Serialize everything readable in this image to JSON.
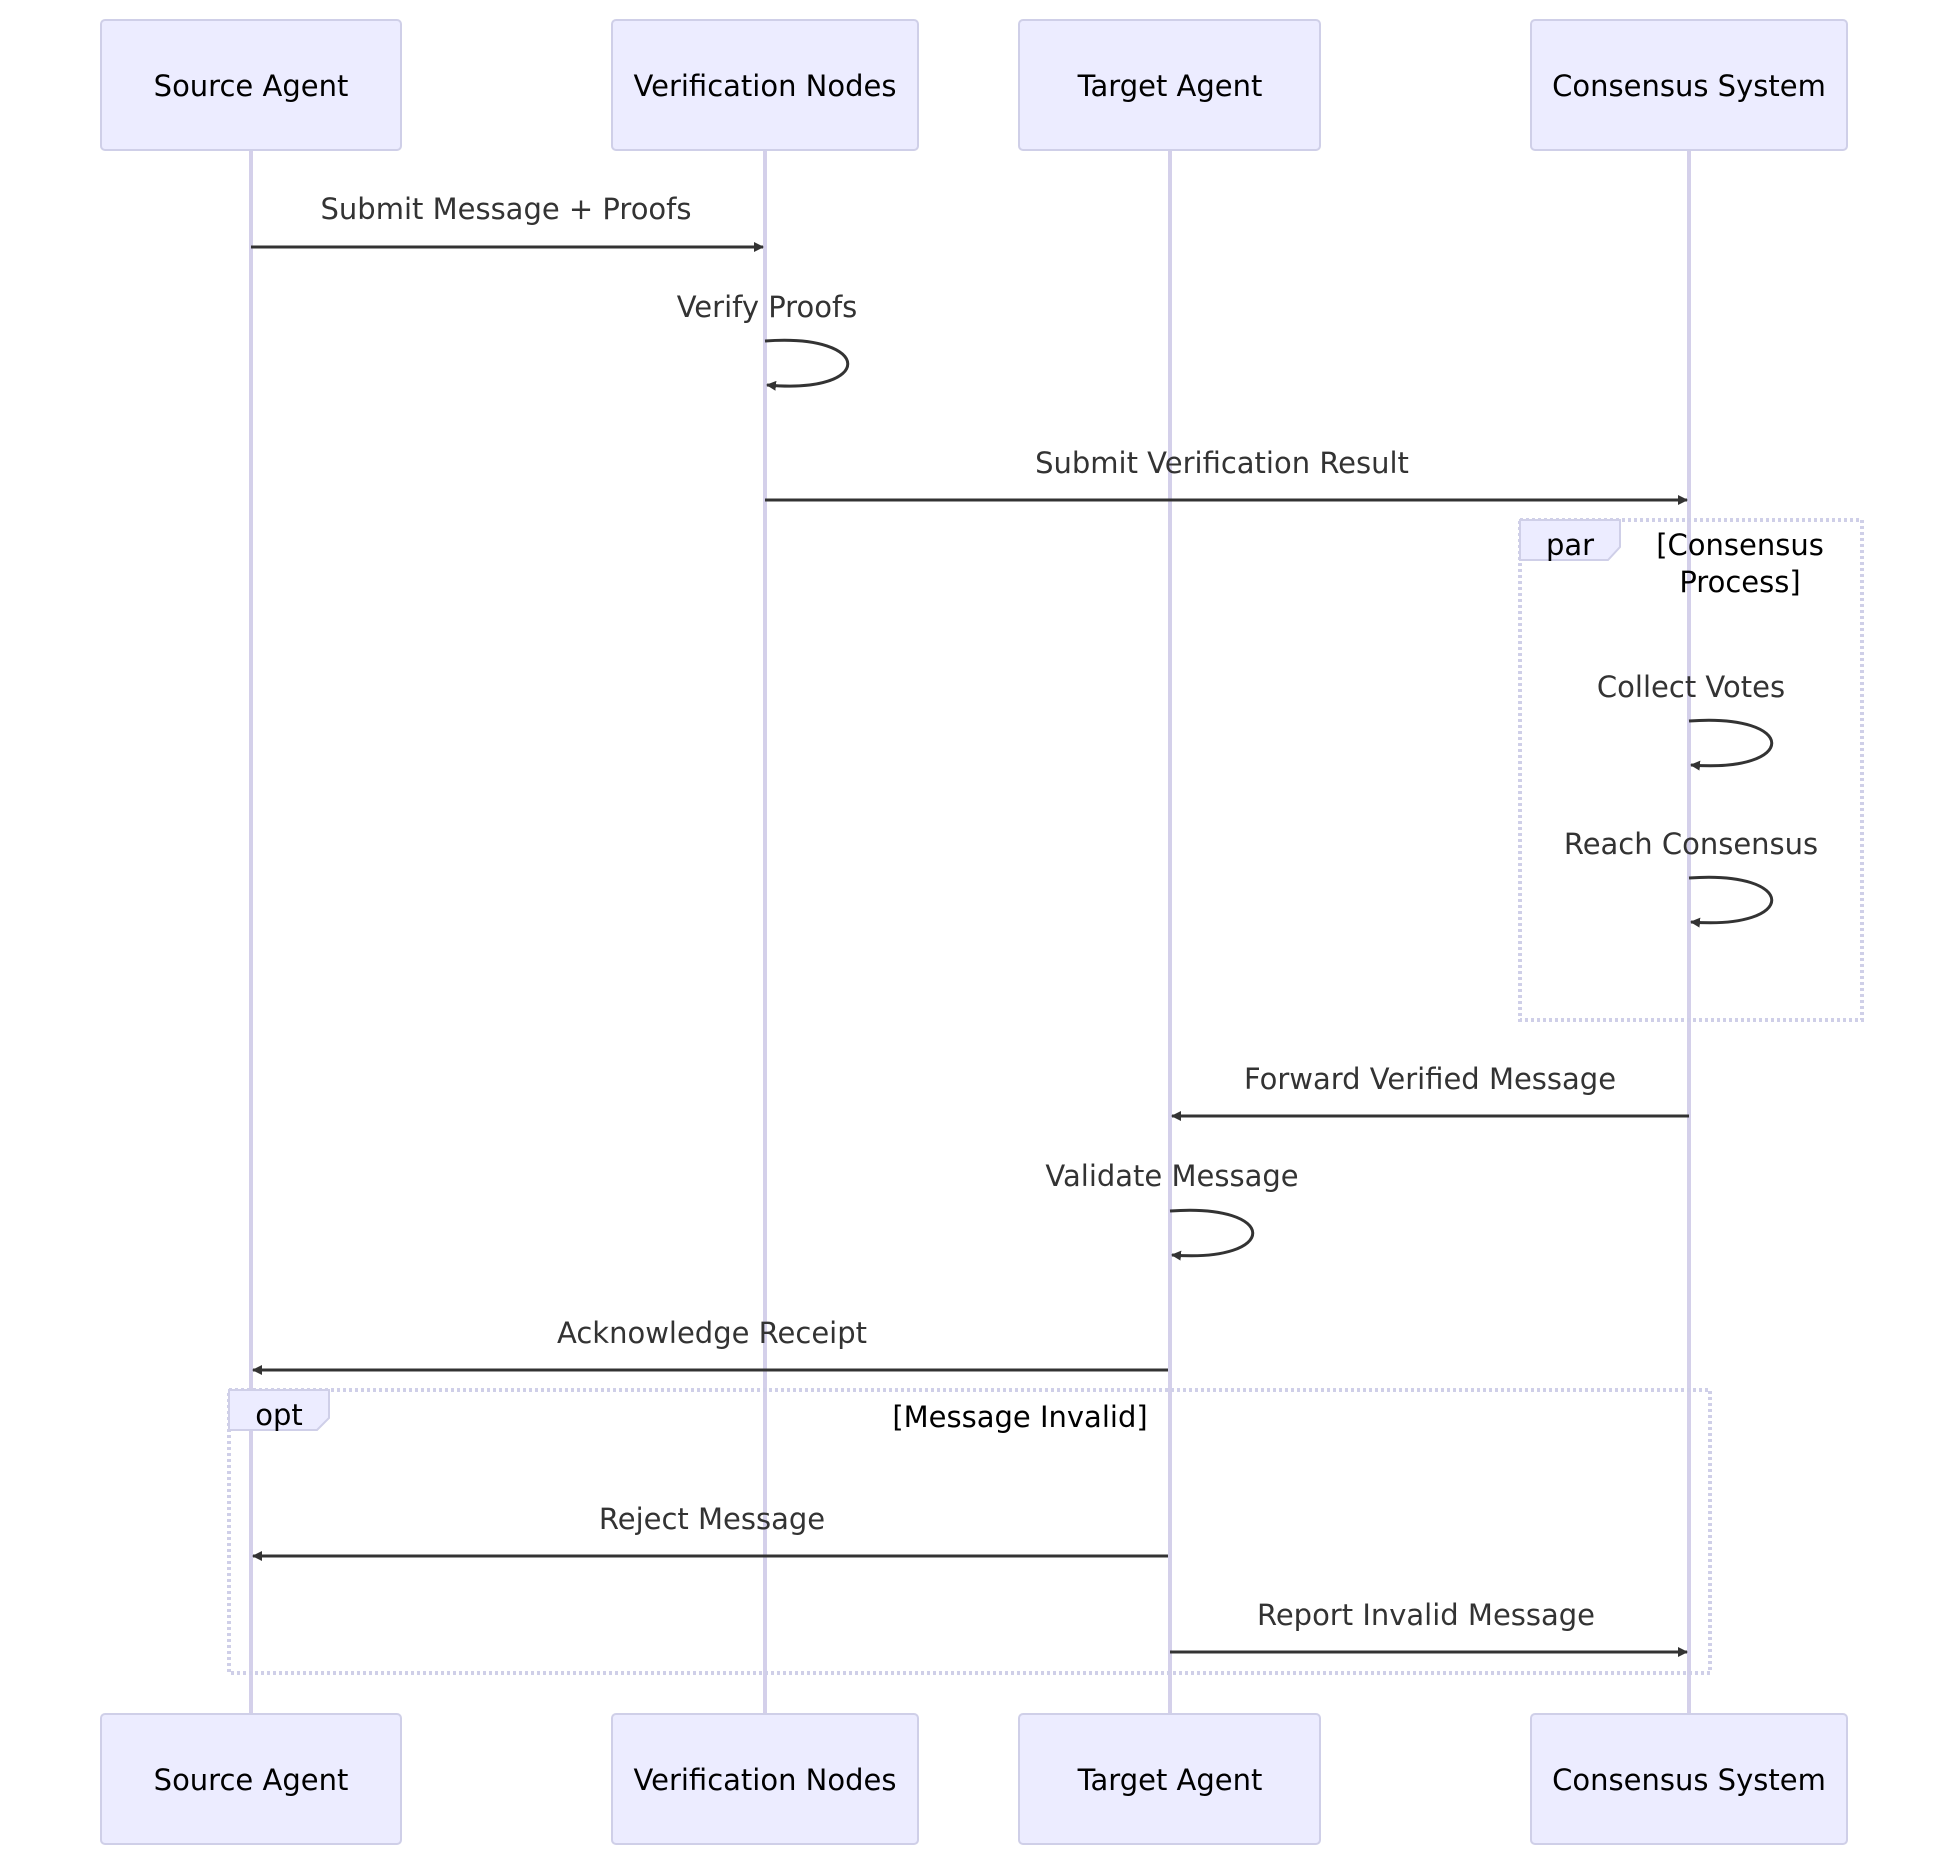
{
  "actors": [
    {
      "id": "source",
      "label": "Source Agent"
    },
    {
      "id": "verif",
      "label": "Verification Nodes"
    },
    {
      "id": "target",
      "label": "Target Agent"
    },
    {
      "id": "consensus",
      "label": "Consensus System"
    }
  ],
  "messages": [
    {
      "from": "source",
      "to": "verif",
      "label": "Submit Message + Proofs"
    },
    {
      "from": "verif",
      "to": "verif",
      "label": "Verify Proofs"
    },
    {
      "from": "verif",
      "to": "consensus",
      "label": "Submit Verification Result"
    },
    {
      "from": "consensus",
      "to": "consensus",
      "label": "Collect Votes"
    },
    {
      "from": "consensus",
      "to": "consensus",
      "label": "Reach Consensus"
    },
    {
      "from": "consensus",
      "to": "target",
      "label": "Forward Verified Message"
    },
    {
      "from": "target",
      "to": "target",
      "label": "Validate Message"
    },
    {
      "from": "target",
      "to": "source",
      "label": "Acknowledge Receipt"
    },
    {
      "from": "target",
      "to": "source",
      "label": "Reject Message"
    },
    {
      "from": "target",
      "to": "consensus",
      "label": "Report Invalid Message"
    }
  ],
  "frames": [
    {
      "type": "par",
      "condition_line1": "[Consensus",
      "condition_line2": "Process]"
    },
    {
      "type": "opt",
      "condition": "[Message Invalid]"
    }
  ]
}
